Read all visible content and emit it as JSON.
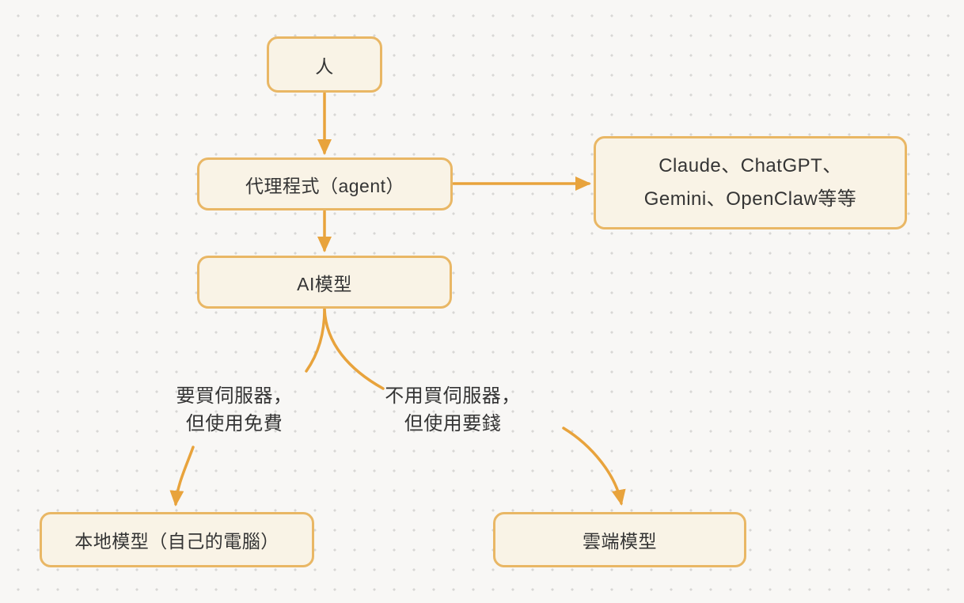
{
  "colors": {
    "node_fill": "#f9f3e6",
    "node_border": "#e9b765",
    "connector": "#e8a33c",
    "text_color": "#343434",
    "canvas_bg": "#f8f7f5",
    "dot_color": "#d8d7d5"
  },
  "nodes": {
    "person": {
      "label": "人"
    },
    "agent": {
      "label": "代理程式（agent）"
    },
    "examples": {
      "line1": "Claude、ChatGPT、",
      "line2": "Gemini、OpenClaw等等"
    },
    "ai_model": {
      "label": "AI模型"
    },
    "local_model": {
      "label": "本地模型（自己的電腦）"
    },
    "cloud_model": {
      "label": "雲端模型"
    }
  },
  "edge_labels": {
    "left": {
      "line1": "要買伺服器，",
      "line2": "但使用免費"
    },
    "right": {
      "line1": "不用買伺服器，",
      "line2": "但使用要錢"
    }
  }
}
